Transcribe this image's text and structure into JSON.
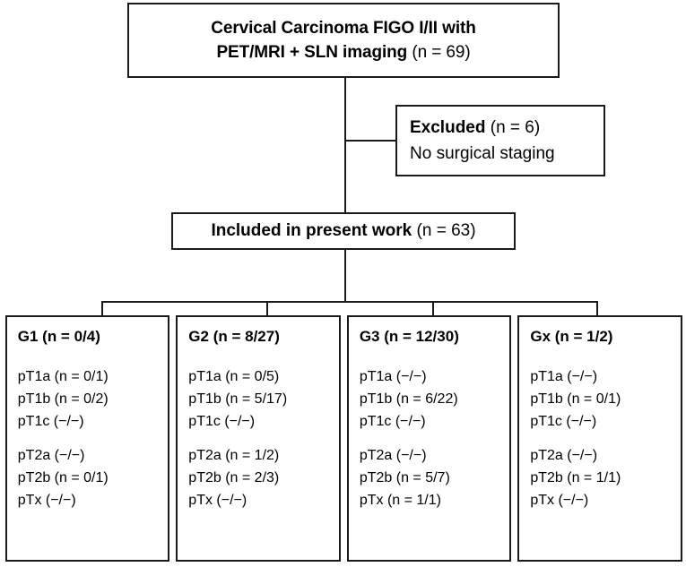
{
  "figure": {
    "type": "flowchart",
    "orientation": "top-down",
    "theme": {
      "stroke": "#1a1a1a",
      "background": "#ffffff",
      "text": "#000000"
    }
  },
  "nodes": {
    "top": {
      "line1_bold": "Cervical Carcinoma FIGO I/II with",
      "line2_bold": "PET/MRI + SLN imaging",
      "line2_plain": " (n = 69)"
    },
    "excluded": {
      "line1_bold": "Excluded",
      "line1_plain": " (n = 6)",
      "line2": "No surgical staging"
    },
    "included": {
      "bold": "Included in present work",
      "plain": " (n = 63)"
    }
  },
  "grades": [
    {
      "title": "G1 (n = 0/4)",
      "label": "G1",
      "count": "n = 0/4",
      "rows_group_1": [
        "pT1a (n = 0/1)",
        "pT1b (n = 0/2)",
        "pT1c (−/−)"
      ],
      "rows_group_2": [
        "pT2a (−/−)",
        "pT2b (n = 0/1)",
        "pTx   (−/−)"
      ]
    },
    {
      "title": "G2 (n = 8/27)",
      "label": "G2",
      "count": "n = 8/27",
      "rows_group_1": [
        "pT1a (n = 0/5)",
        "pT1b (n = 5/17)",
        "pT1c (−/−)"
      ],
      "rows_group_2": [
        "pT2a (n = 1/2)",
        "pT2b (n = 2/3)",
        "pTx   (−/−)"
      ]
    },
    {
      "title": "G3 (n = 12/30)",
      "label": "G3",
      "count": "n = 12/30",
      "rows_group_1": [
        "pT1a (−/−)",
        "pT1b (n = 6/22)",
        "pT1c (−/−)"
      ],
      "rows_group_2": [
        "pT2a  (−/−)",
        "pT2b (n = 5/7)",
        "pTx   (n = 1/1)"
      ]
    },
    {
      "title": "Gx (n = 1/2)",
      "label": "Gx",
      "count": "n = 1/2",
      "rows_group_1": [
        "pT1a (−/−)",
        "pT1b (n = 0/1)",
        "pT1c (−/−)"
      ],
      "rows_group_2": [
        "pT2a (−/−)",
        "pT2b (n = 1/1)",
        "pTx   (−/−)"
      ]
    }
  ]
}
